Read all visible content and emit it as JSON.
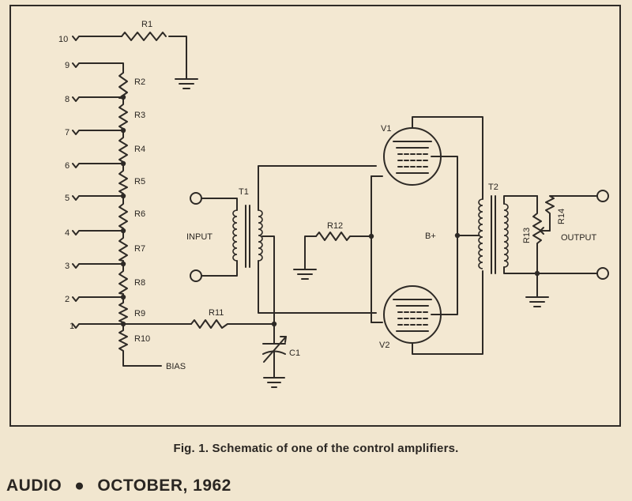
{
  "figure": {
    "caption": "Fig. 1. Schematic of one of the control amplifiers.",
    "labels": {
      "terminals": [
        "10",
        "9",
        "8",
        "7",
        "6",
        "5",
        "4",
        "3",
        "2",
        "1"
      ],
      "R1": "R1",
      "R2": "R2",
      "R3": "R3",
      "R4": "R4",
      "R5": "R5",
      "R6": "R6",
      "R7": "R7",
      "R8": "R8",
      "R9": "R9",
      "R10": "R10",
      "R11": "R11",
      "R12": "R12",
      "R13": "R13",
      "R14": "R14",
      "bias": "BIAS",
      "T1": "T1",
      "T2": "T2",
      "V1": "V1",
      "V2": "V2",
      "C1": "C1",
      "input": "INPUT",
      "output": "OUTPUT",
      "bplus": "B+"
    }
  },
  "footer": {
    "publication": "AUDIO",
    "separator": "●",
    "date": "OCTOBER, 1962"
  }
}
